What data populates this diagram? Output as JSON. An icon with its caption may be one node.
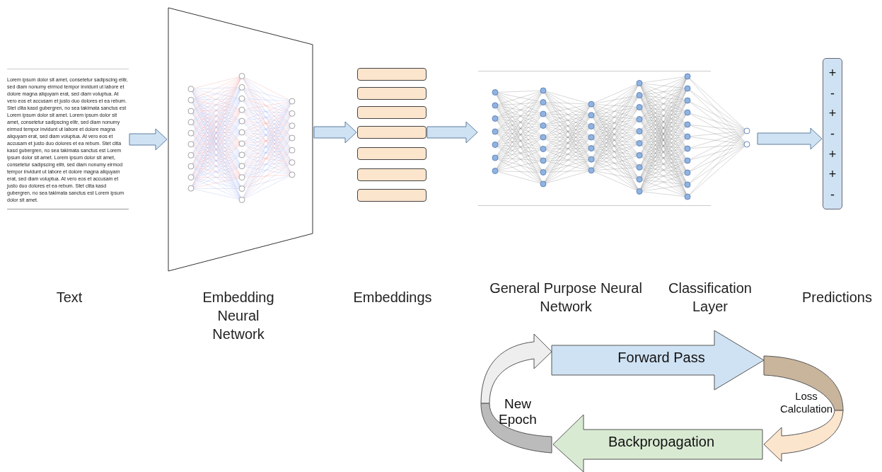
{
  "diagram": {
    "nodes": [
      {
        "text": [
          "Lorem ipsum dolor sit amet, consetetur sadipscing elitr, sed diam nonumy eirmod tempor invidunt ut labore et dolore magna aliquyam erat, sed diam voluptua. At vero eos et accusam et justo duo dolores et ea rebum. Stet clita kasd gubergren, no sea takimata sanctus est Lorem ipsum dolor sit amet. Lorem ipsum dolor sit amet, consetetur sadipscing elitr, sed diam nonumy eirmod tempor invidunt ut labore et dolore magna aliquyam erat, sed diam voluptua. At vero eos et accusam et justo duo dolores et ea rebum. Stet clita kasd gubergren, no sea takimata sanctus est Lorem ipsum dolor sit amet. Lorem ipsum dolor sit amet, consetetur sadipscing elitr, sed diam nonumy eirmod tempor invidunt ut labore et dolore magna aliquyam erat, sed diam voluptua. At vero eos et accusam et justo duo dolores et ea rebum. Stet clita kasd gubergren, no sea takimata sanctus est Lorem ipsum dolor sit amet."
        ]
      },
      {
        "text": [],
        "shape": "trapezoid"
      },
      {
        "text": [],
        "shape": "box"
      },
      {
        "text": [],
        "shape": "box"
      },
      {
        "text": [],
        "shape": "box"
      },
      {
        "text": [],
        "shape": "box"
      },
      {
        "text": [],
        "shape": "box"
      },
      {
        "text": [],
        "shape": "box"
      },
      {
        "text": [],
        "shape": "box"
      },
      {
        "text": [],
        "shape": "picture"
      },
      {
        "text": [
          "+",
          "-",
          "+",
          "-",
          "+",
          "+",
          "-"
        ]
      },
      {
        "text": [
          "Forward Pass"
        ]
      },
      {
        "text": [
          "Loss Calculation"
        ]
      },
      {
        "text": [
          "Backpropagation"
        ]
      },
      {
        "text": [
          "New Epoch"
        ]
      }
    ],
    "edges": [
      {
        "from": 0,
        "to": 1,
        "arrow": "to"
      },
      {
        "from": 1,
        "to": 5,
        "arrow": "to"
      },
      {
        "from": 5,
        "to": 9,
        "arrow": "to"
      },
      {
        "from": 9,
        "to": 10,
        "arrow": "to"
      }
    ],
    "labels": [
      "Text",
      "Embedding Neural Network",
      "Embeddings",
      "General Purpose Neural Network",
      "Classification Layer",
      "Predictions"
    ]
  }
}
